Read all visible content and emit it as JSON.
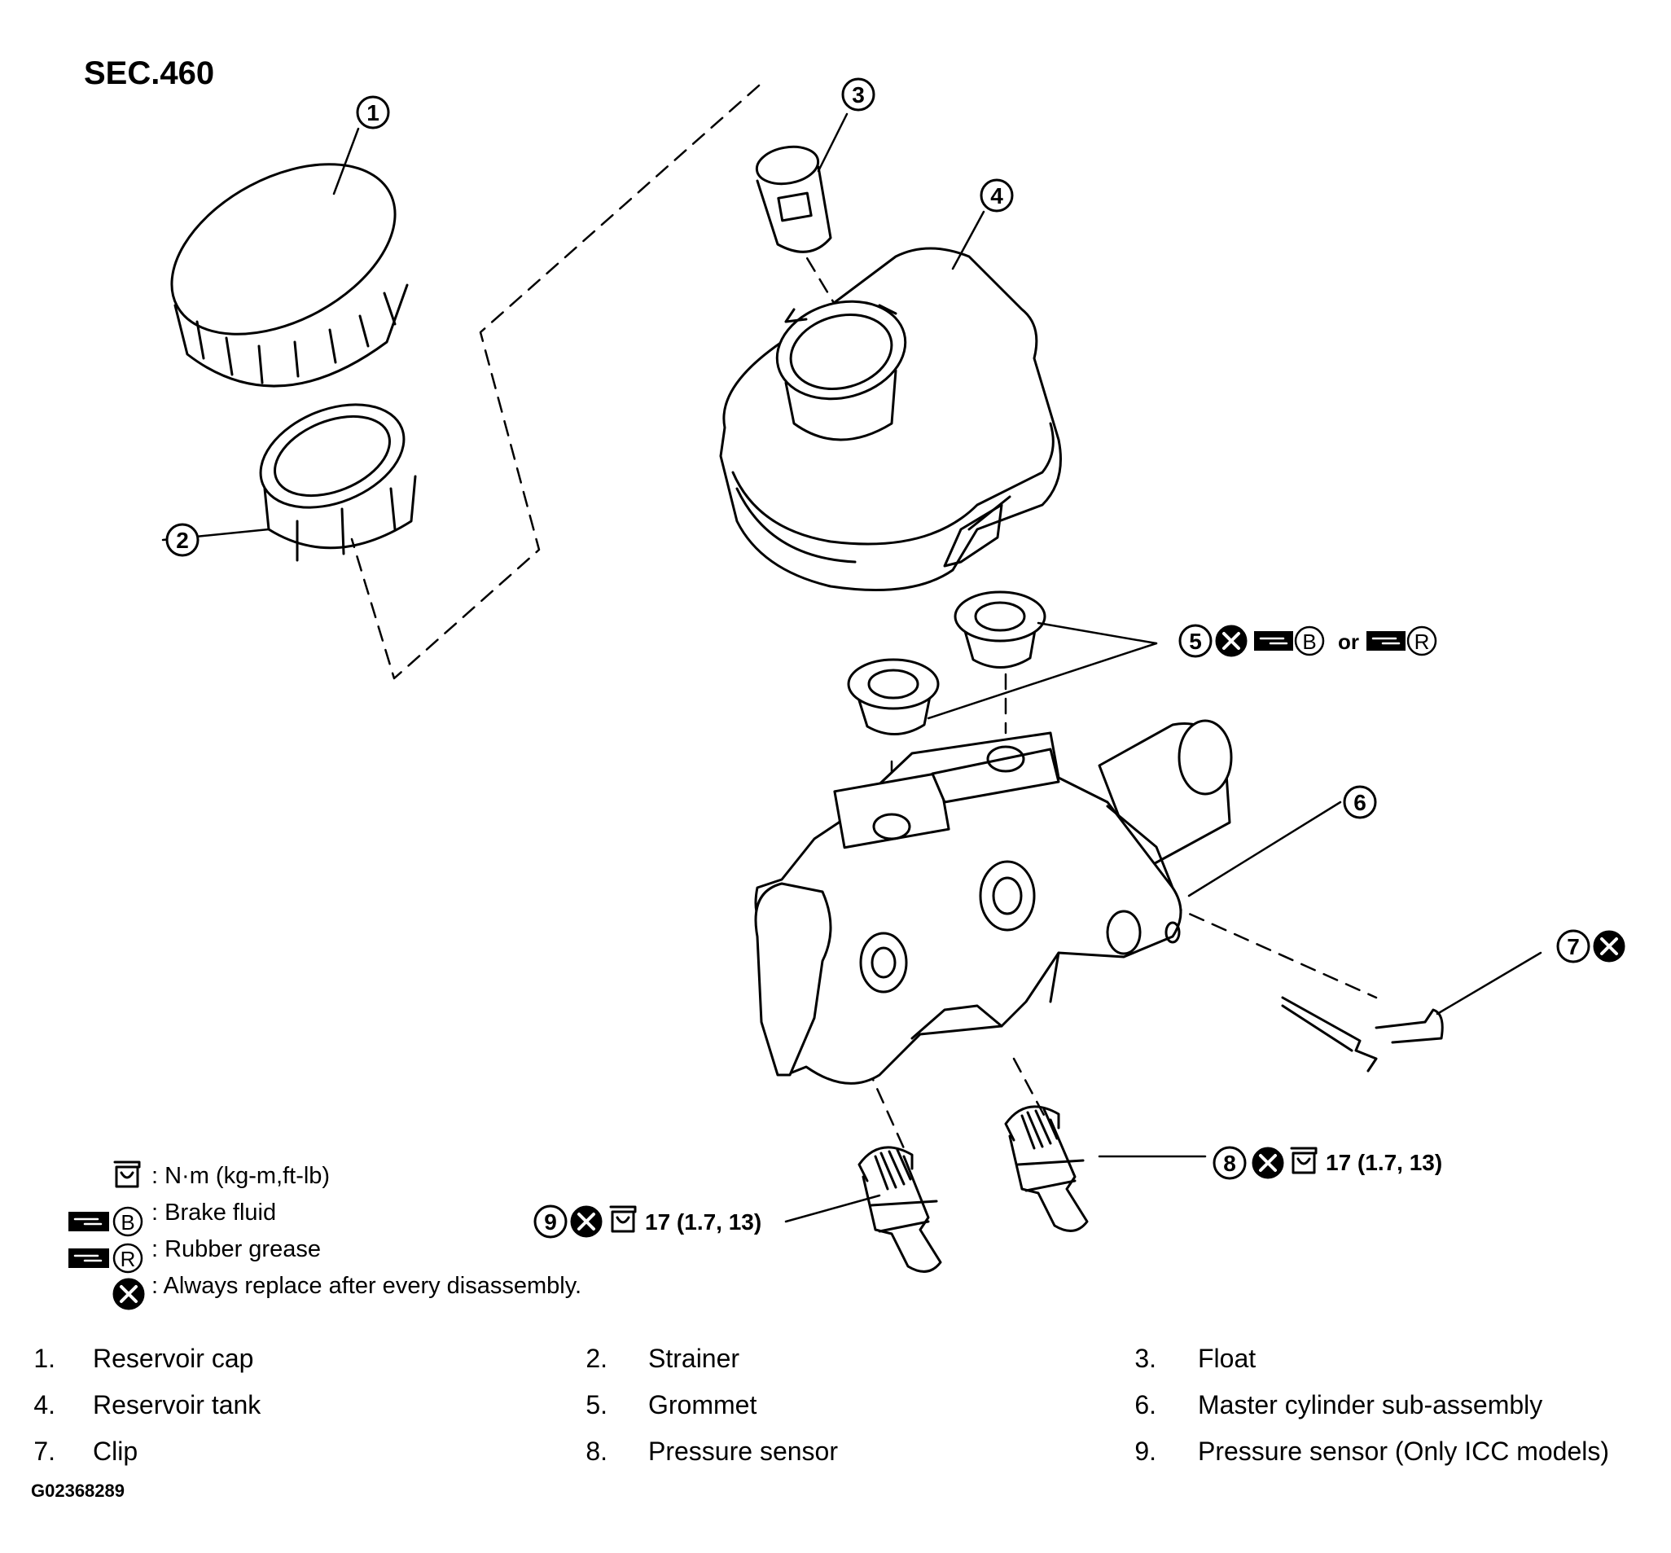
{
  "section": "SEC.460",
  "figure_id": "G02368289",
  "callouts": {
    "c1": "1",
    "c2": "2",
    "c3": "3",
    "c4": "4",
    "c5": "5",
    "c6": "6",
    "c7": "7",
    "c8": "8",
    "c9": "9"
  },
  "annotations": {
    "grommet_b": "B",
    "grommet_or": "or",
    "grommet_r": "R",
    "torque_8": "17 (1.7, 13)",
    "torque_9": "17 (1.7, 13)"
  },
  "legend": {
    "torque": ": N·m (kg-m,ft-lb)",
    "brake_fluid_letter": "B",
    "brake_fluid": ": Brake fluid",
    "rubber_grease_letter": "R",
    "rubber_grease": ": Rubber grease",
    "replace": ": Always replace after every disassembly."
  },
  "parts": [
    {
      "num": "1.",
      "name": "Reservoir cap"
    },
    {
      "num": "2.",
      "name": "Strainer"
    },
    {
      "num": "3.",
      "name": "Float"
    },
    {
      "num": "4.",
      "name": "Reservoir tank"
    },
    {
      "num": "5.",
      "name": "Grommet"
    },
    {
      "num": "6.",
      "name": "Master cylinder sub-assembly"
    },
    {
      "num": "7.",
      "name": "Clip"
    },
    {
      "num": "8.",
      "name": "Pressure sensor"
    },
    {
      "num": "9.",
      "name": "Pressure sensor (Only ICC models)"
    }
  ]
}
